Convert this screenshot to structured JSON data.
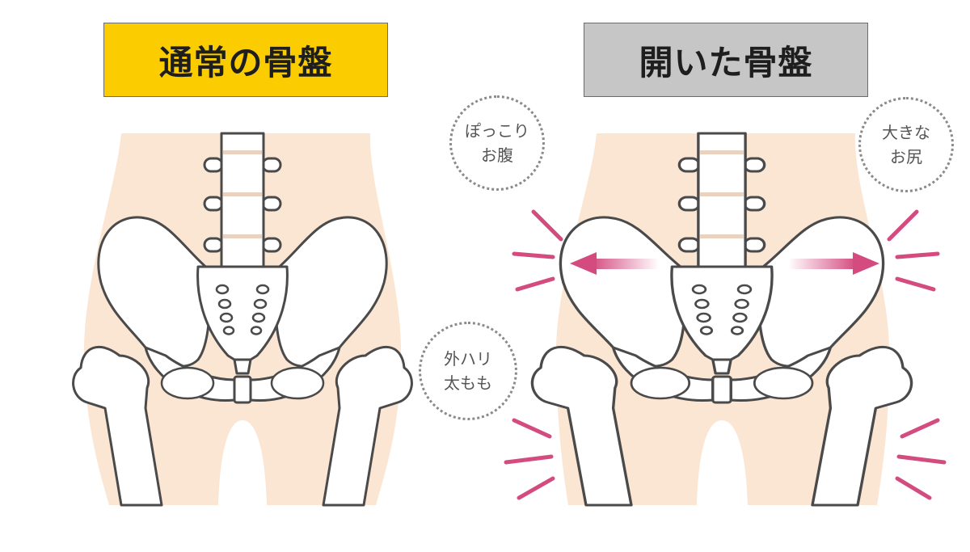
{
  "labels": {
    "normal": "通常の骨盤",
    "open": "開いた骨盤"
  },
  "callouts": {
    "belly": [
      "ぽっこり",
      "お腹"
    ],
    "hips": [
      "大きな",
      "お尻"
    ],
    "thigh": [
      "外ハリ",
      "太もも"
    ]
  },
  "colors": {
    "normal_label_bg": "#fbcd00",
    "open_label_bg": "#c6c6c6",
    "skin": "#fbe5d3",
    "accent": "#d44c7f"
  },
  "icons": [
    "outward-arrow-icon"
  ]
}
